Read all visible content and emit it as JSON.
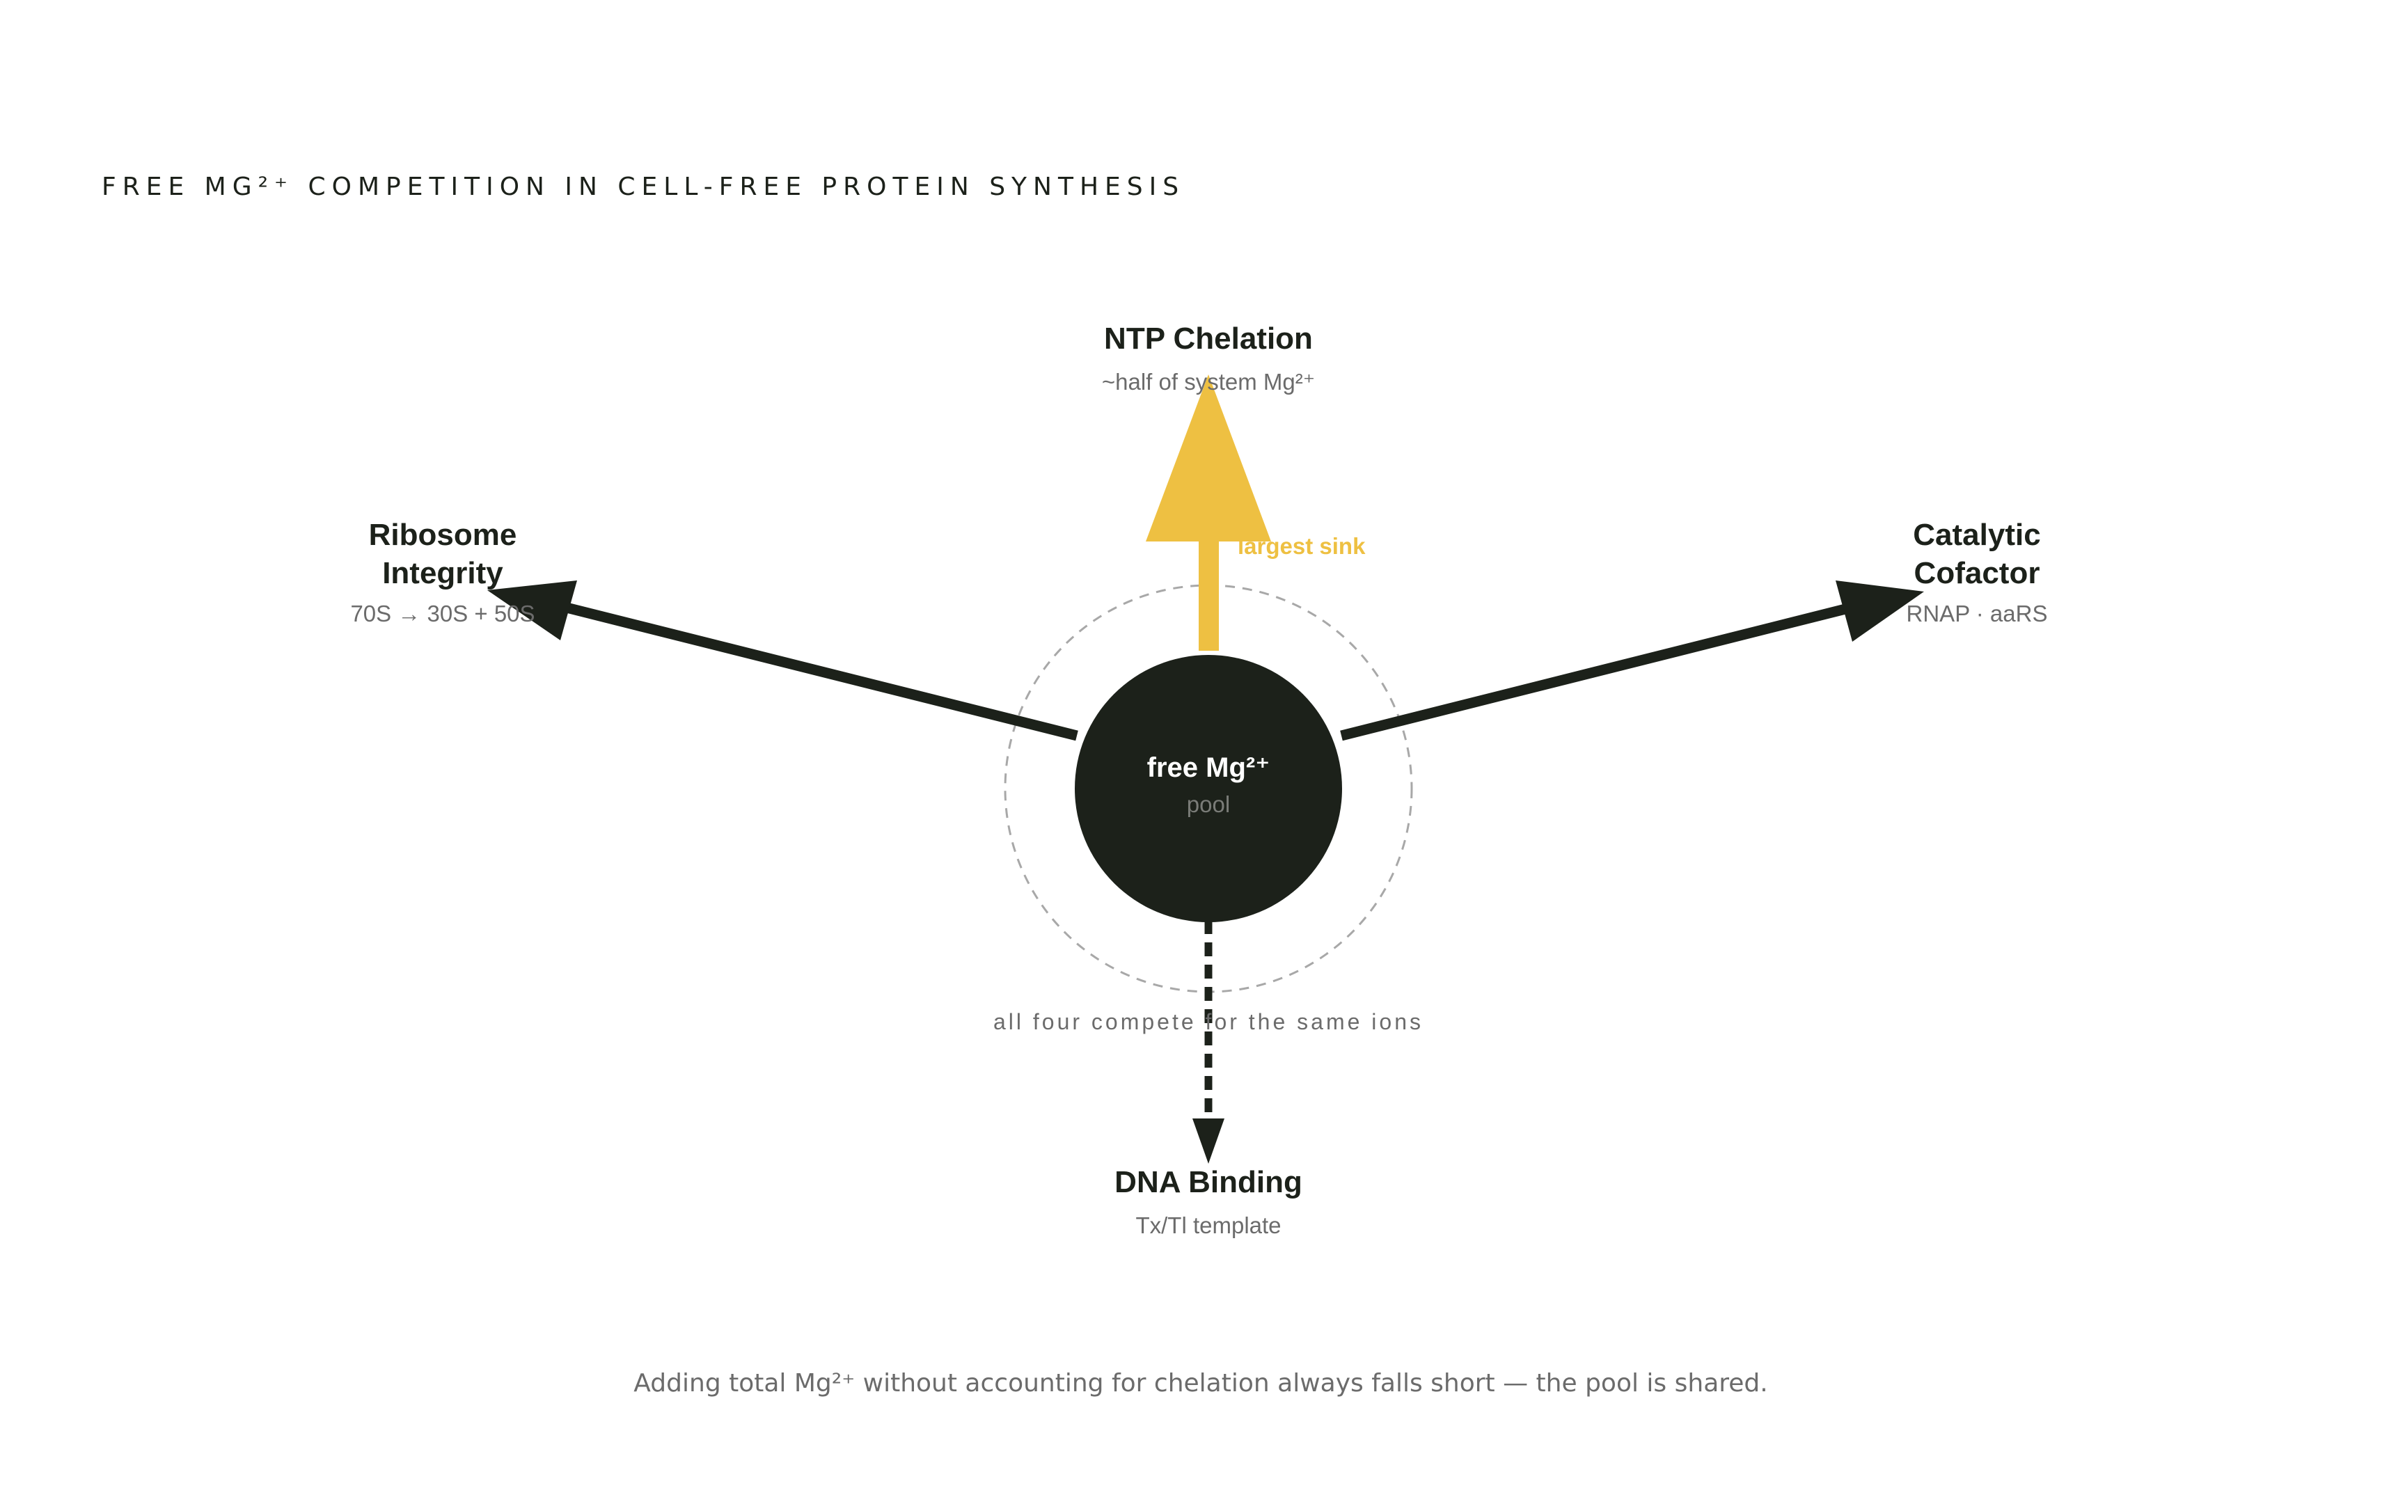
{
  "page": {
    "title": "FREE MG²⁺ COMPETITION IN CELL-FREE PROTEIN SYNTHESIS",
    "footer": "Adding total Mg²⁺ without accounting for chelation always falls short — the pool is shared."
  },
  "center": {
    "title": "free Mg²⁺",
    "subtitle": "pool",
    "note": "all four compete for the same ions"
  },
  "nodes": {
    "ntp": {
      "title": "NTP Chelation",
      "subtitle": "~half of system Mg²⁺",
      "badge": "largest sink"
    },
    "ribosome": {
      "title_line1": "Ribosome",
      "title_line2": "Integrity",
      "subtitle": "70S → 30S + 50S"
    },
    "catalytic": {
      "title_line1": "Catalytic",
      "title_line2": "Cofactor",
      "subtitle": "RNAP · aaRS"
    },
    "dna": {
      "title": "DNA Binding",
      "subtitle": "Tx/Tl template"
    }
  },
  "colors": {
    "dark": "#1c211a",
    "accent": "#eec042",
    "muted": "#6b6b6b",
    "ring": "#a8a8a8",
    "background": "#ffffff"
  }
}
